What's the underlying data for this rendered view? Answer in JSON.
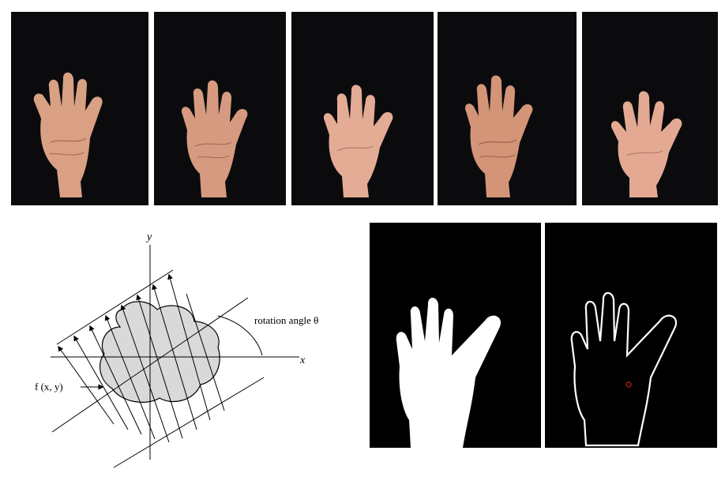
{
  "photos": [
    {
      "id": "palm-1"
    },
    {
      "id": "palm-2"
    },
    {
      "id": "palm-3"
    },
    {
      "id": "palm-4"
    },
    {
      "id": "palm-5"
    }
  ],
  "diagram": {
    "y_axis_label": "y",
    "x_axis_label": "x",
    "rotation_label": "rotation angle θ",
    "function_label": "f (x, y)"
  },
  "colors": {
    "photo_background": "#0b0b0d",
    "skin": "#d79a7e",
    "skin_shadow": "#b77459",
    "blob_fill": "#d9d9d9",
    "silhouette": "#ffffff",
    "centroid_marker": "#cc2222"
  }
}
